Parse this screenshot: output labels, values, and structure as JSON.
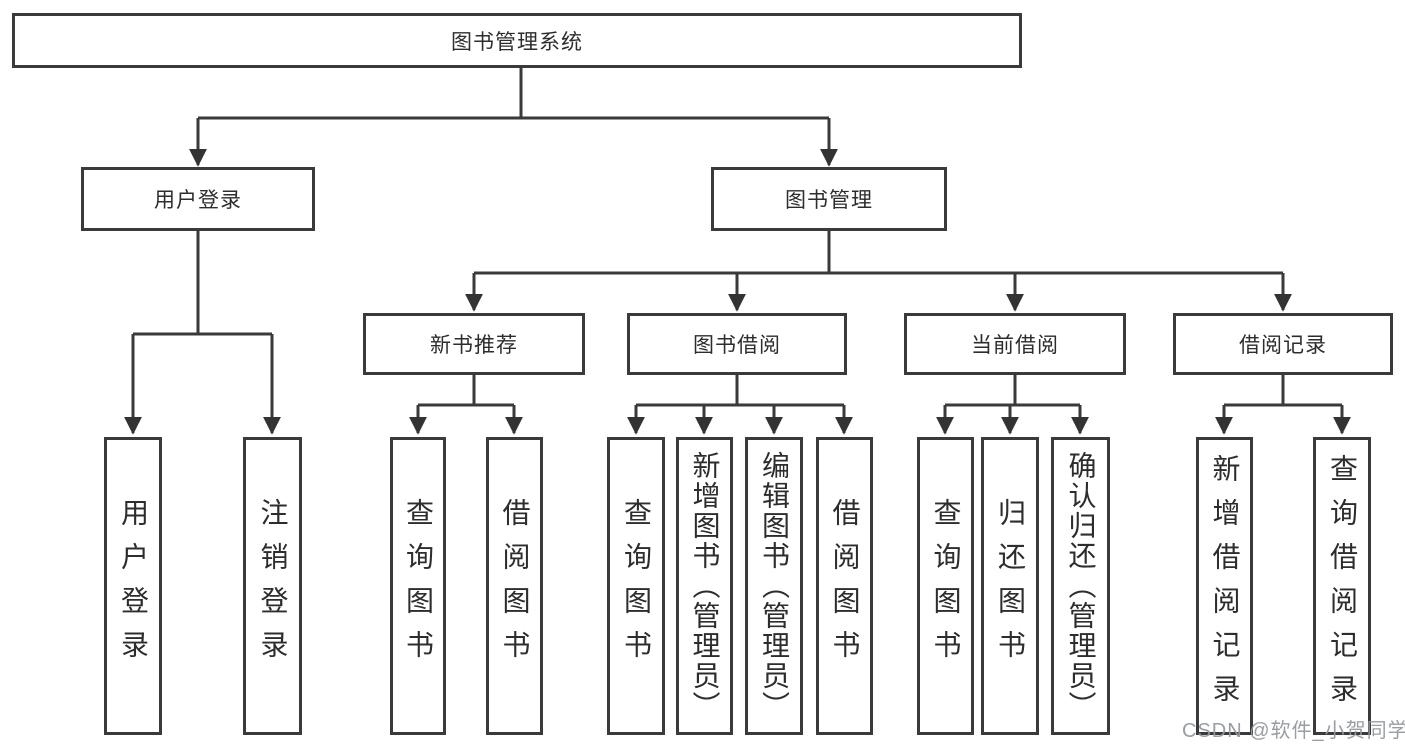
{
  "diagram": {
    "root": {
      "label": "图书管理系统"
    },
    "branches": [
      {
        "label": "用户登录",
        "children": [
          {
            "label": "用户登录"
          },
          {
            "label": "注销登录"
          }
        ]
      },
      {
        "label": "图书管理",
        "children": [
          {
            "label": "新书推荐",
            "children": [
              {
                "label": "查询图书"
              },
              {
                "label": "借阅图书"
              }
            ]
          },
          {
            "label": "图书借阅",
            "children": [
              {
                "label": "查询图书"
              },
              {
                "label": "新增图书（管理员）"
              },
              {
                "label": "编辑图书（管理员）"
              },
              {
                "label": "借阅图书"
              }
            ]
          },
          {
            "label": "当前借阅",
            "children": [
              {
                "label": "查询图书"
              },
              {
                "label": "归还图书"
              },
              {
                "label": "确认归还（管理员）"
              }
            ]
          },
          {
            "label": "借阅记录",
            "children": [
              {
                "label": "新增借阅记录"
              },
              {
                "label": "查询借阅记录"
              }
            ]
          }
        ]
      }
    ]
  },
  "watermark": {
    "text": "CSDN @软件_小贺同学"
  },
  "colors": {
    "line": "#3a3a3a",
    "text": "#2d2d2d",
    "watermark": "#9498a0",
    "background": "#ffffff"
  }
}
